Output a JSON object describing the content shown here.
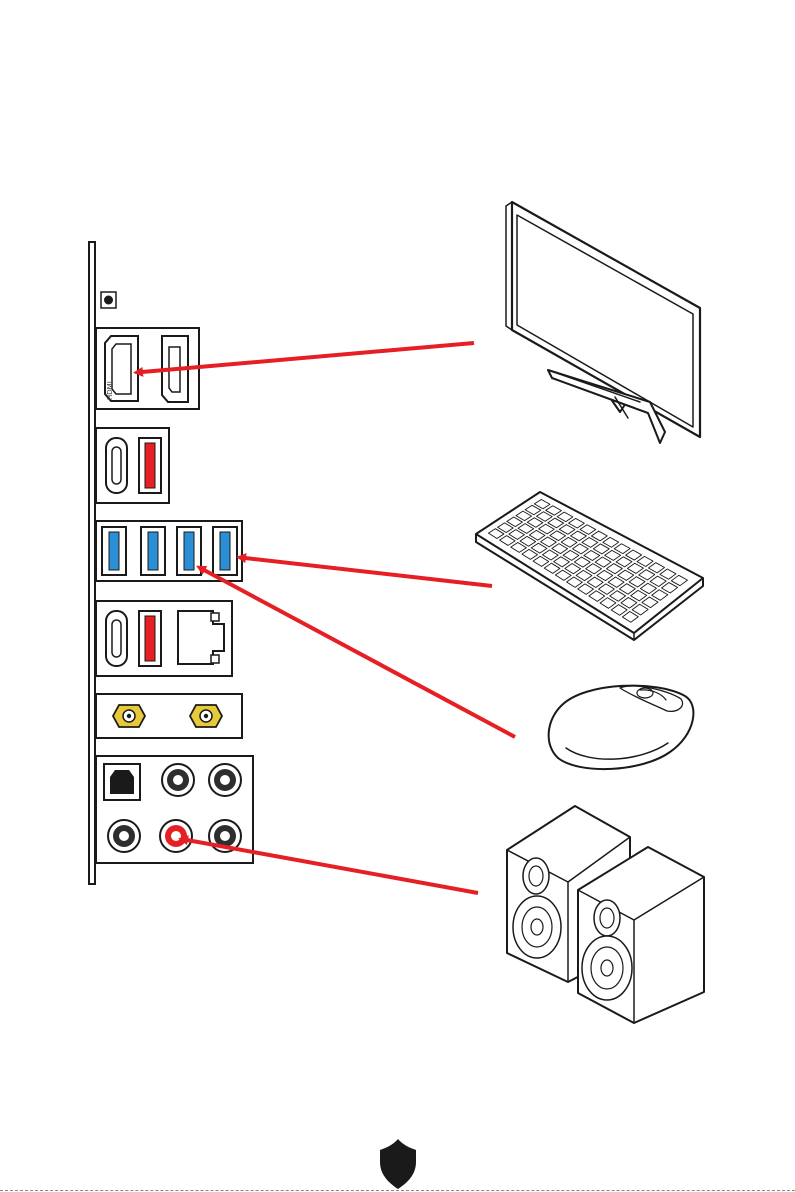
{
  "colors": {
    "arrow": "#e51f23",
    "usb_blue": "#2b8fd6",
    "usb_red": "#e51f23",
    "sma_gold": "#e8c93a",
    "line": "#1a1a1a",
    "panel_bg": "#ffffff"
  },
  "panel": {
    "ports": [
      "bios-flashback-button-icon",
      "hdmi-port-icon",
      "displayport-icon",
      "usb-c-port-icon",
      "usb-a-red-port-icon",
      "usb-a-blue-port-icon",
      "lan-port-icon",
      "wifi-antenna-connector-icon",
      "optical-spdif-port-icon",
      "audio-jack-icon"
    ],
    "hdmi_mark": "HDMI"
  },
  "devices": [
    "monitor-icon",
    "keyboard-icon",
    "mouse-icon",
    "speakers-icon"
  ],
  "connections": [
    {
      "device": "monitor",
      "port": "hdmi"
    },
    {
      "device": "keyboard",
      "port": "usb-a-blue-4"
    },
    {
      "device": "mouse",
      "port": "usb-a-blue-3"
    },
    {
      "device": "speakers",
      "port": "audio-line-out"
    }
  ],
  "footer": {
    "logo": "msi-shield-logo-icon"
  }
}
